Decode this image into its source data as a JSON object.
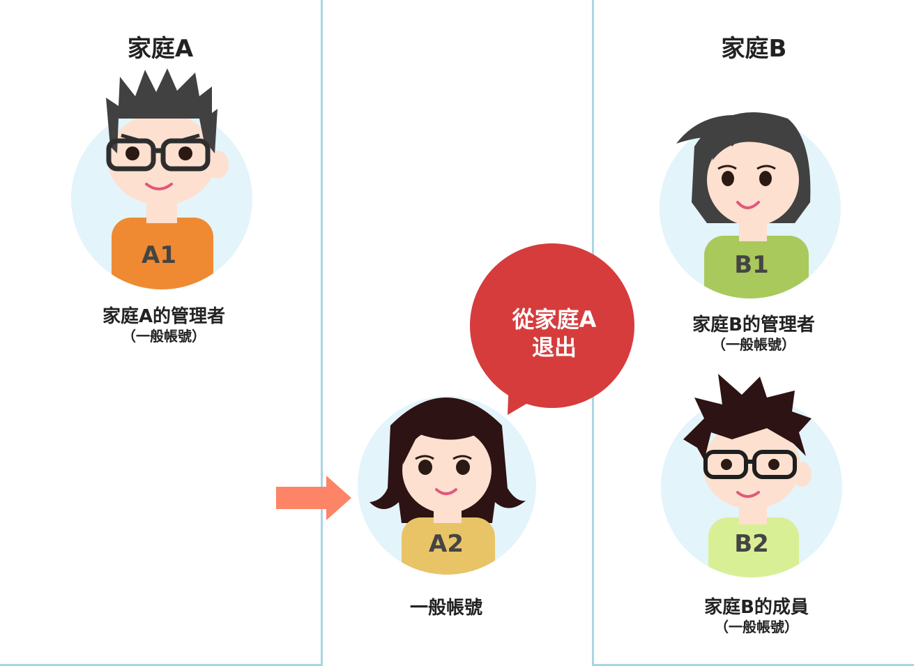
{
  "family_a": {
    "title": "家庭A",
    "member": {
      "badge": "A1",
      "role": "家庭A的管理者",
      "account": "（一般帳號）",
      "shirt_color": "#ef8a33"
    }
  },
  "middle": {
    "member": {
      "badge": "A2",
      "role": "一般帳號",
      "shirt_color": "#e8c466"
    },
    "bubble": {
      "line1": "從家庭A",
      "line2": "退出",
      "color": "#d63c3c"
    },
    "arrow_color": "#fd8467"
  },
  "family_b": {
    "title": "家庭B",
    "members": [
      {
        "badge": "B1",
        "role": "家庭B的管理者",
        "account": "（一般帳號）",
        "shirt_color": "#a9c95c"
      },
      {
        "badge": "B2",
        "role": "家庭B的成員",
        "account": "（一般帳號）",
        "shirt_color": "#d9ef96"
      }
    ]
  },
  "colors": {
    "panel_border": "#a9d6e2",
    "avatar_bg": "#e3f4fb",
    "skin": "#fde0cf"
  }
}
